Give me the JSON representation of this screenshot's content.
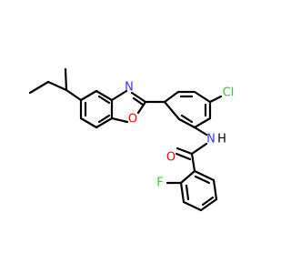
{
  "atom_labels": {
    "n_oxazole": "N",
    "o_oxazole": "O",
    "chlorine": "Cl",
    "amide_nh": "N",
    "amide_h": "H",
    "carbonyl_o": "O",
    "fluorine": "F"
  },
  "colors": {
    "bond": "#000000",
    "nitrogen": "#3333ff",
    "oxygen": "#ff0000",
    "chlorine": "#33cc33",
    "fluorine": "#33cc33",
    "hydrogen": "#000000"
  }
}
